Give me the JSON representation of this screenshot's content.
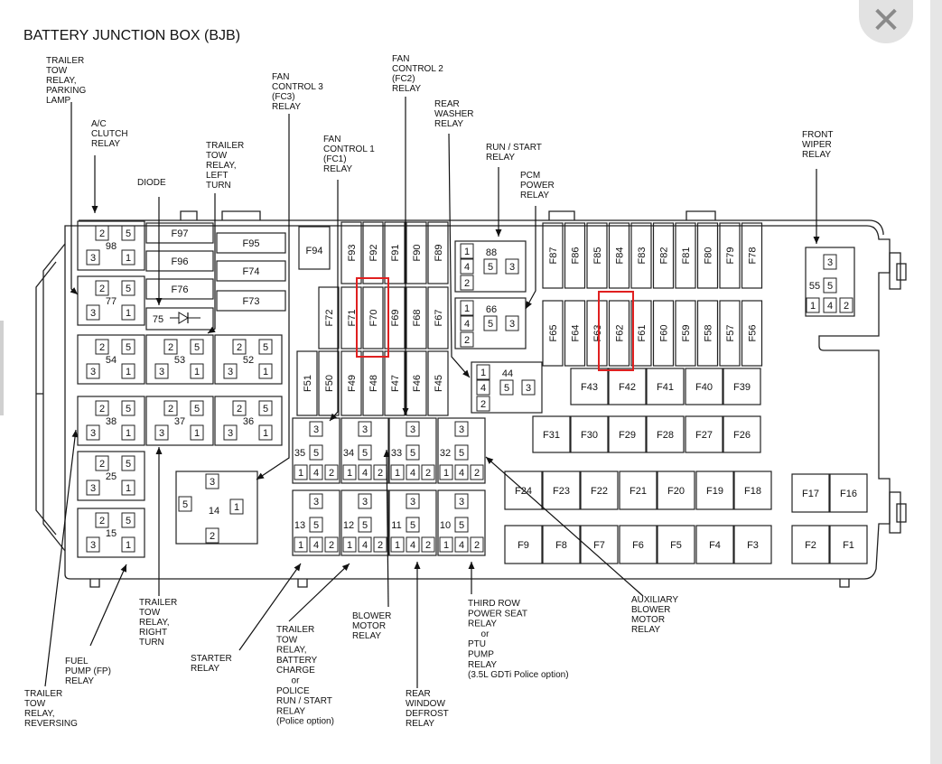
{
  "title": "BATTERY JUNCTION BOX (BJB)",
  "close_icon": "close-icon",
  "highlight_color": "#e02020",
  "relays": {
    "r98": "98",
    "r77": "77",
    "r54": "54",
    "r53": "53",
    "r52": "52",
    "r38": "38",
    "r37": "37",
    "r36": "36",
    "r25": "25",
    "r15": "15",
    "r14": "14",
    "r75": "75",
    "r88": "88",
    "r66": "66",
    "r44": "44",
    "r55": "55",
    "r35": "35",
    "r34": "34",
    "r33": "33",
    "r32": "32",
    "r13": "13",
    "r12": "12",
    "r11": "11",
    "r10": "10"
  },
  "fuses": {
    "F97": "F97",
    "F96": "F96",
    "F76": "F76",
    "F95": "F95",
    "F74": "F74",
    "F73": "F73",
    "F94": "F94",
    "F93": "F93",
    "F92": "F92",
    "F91": "F91",
    "F90": "F90",
    "F89": "F89",
    "F72": "F72",
    "F71": "F71",
    "F70": "F70",
    "F69": "F69",
    "F68": "F68",
    "F67": "F67",
    "F51": "F51",
    "F50": "F50",
    "F49": "F49",
    "F48": "F48",
    "F47": "F47",
    "F46": "F46",
    "F45": "F45",
    "F87": "F87",
    "F86": "F86",
    "F85": "F85",
    "F84": "F84",
    "F83": "F83",
    "F82": "F82",
    "F81": "F81",
    "F80": "F80",
    "F79": "F79",
    "F78": "F78",
    "F65": "F65",
    "F64": "F64",
    "F63": "F63",
    "F62": "F62",
    "F61": "F61",
    "F60": "F60",
    "F59": "F59",
    "F58": "F58",
    "F57": "F57",
    "F56": "F56",
    "F43": "F43",
    "F42": "F42",
    "F41": "F41",
    "F40": "F40",
    "F39": "F39",
    "F31": "F31",
    "F30": "F30",
    "F29": "F29",
    "F28": "F28",
    "F27": "F27",
    "F26": "F26",
    "F24": "F24",
    "F23": "F23",
    "F22": "F22",
    "F21": "F21",
    "F20": "F20",
    "F19": "F19",
    "F18": "F18",
    "F17": "F17",
    "F16": "F16",
    "F9": "F9",
    "F8": "F8",
    "F7": "F7",
    "F6": "F6",
    "F5": "F5",
    "F4": "F4",
    "F3": "F3",
    "F2": "F2",
    "F1": "F1"
  },
  "labels": {
    "trailer_tow_parking": [
      "TRAILER",
      "TOW",
      "RELAY,",
      "PARKING",
      "LAMP"
    ],
    "ac_clutch": [
      "A/C",
      "CLUTCH",
      "RELAY"
    ],
    "diode": [
      "DIODE"
    ],
    "trailer_tow_left": [
      "TRAILER",
      "TOW",
      "RELAY,",
      "LEFT",
      "TURN"
    ],
    "fan_control_3": [
      "FAN",
      "CONTROL 3",
      "(FC3)",
      "RELAY"
    ],
    "fan_control_1": [
      "FAN",
      "CONTROL 1",
      "(FC1)",
      "RELAY"
    ],
    "fan_control_2": [
      "FAN",
      "CONTROL 2",
      "(FC2)",
      "RELAY"
    ],
    "rear_washer": [
      "REAR",
      "WASHER",
      "RELAY"
    ],
    "run_start": [
      "RUN / START",
      "RELAY"
    ],
    "pcm_power": [
      "PCM",
      "POWER",
      "RELAY"
    ],
    "front_wiper": [
      "FRONT",
      "WIPER",
      "RELAY"
    ],
    "trailer_tow_right": [
      "TRAILER",
      "TOW",
      "RELAY,",
      "RIGHT",
      "TURN"
    ],
    "fuel_pump": [
      "FUEL",
      "PUMP (FP)",
      "RELAY"
    ],
    "trailer_tow_reversing": [
      "TRAILER",
      "TOW",
      "RELAY,",
      "REVERSING"
    ],
    "starter": [
      "STARTER",
      "RELAY"
    ],
    "trailer_tow_battery": [
      "TRAILER",
      "TOW",
      "RELAY,",
      "BATTERY",
      "CHARGE",
      "or",
      "POLICE",
      "RUN / START",
      "RELAY",
      "(Police option)"
    ],
    "blower_motor": [
      "BLOWER",
      "MOTOR",
      "RELAY"
    ],
    "rear_window_defrost": [
      "REAR",
      "WINDOW",
      "DEFROST",
      "RELAY"
    ],
    "third_row": [
      "THIRD ROW",
      "POWER SEAT",
      "RELAY",
      "or",
      "PTU",
      "PUMP",
      "RELAY",
      "(3.5L GDTi Police option)"
    ],
    "aux_blower": [
      "AUXILIARY",
      "BLOWER",
      "MOTOR",
      "RELAY"
    ]
  }
}
